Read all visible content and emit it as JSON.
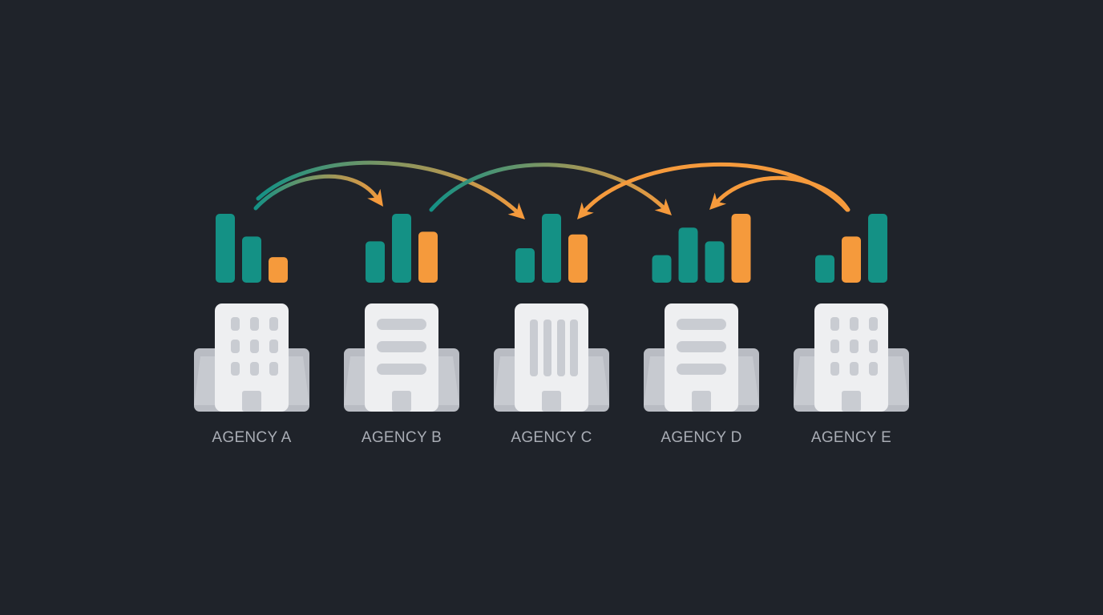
{
  "agencies": [
    {
      "label": "AGENCY A",
      "building_icon": "office-building-grid-windows-icon",
      "bars": [
        {
          "level": 1.0,
          "color": "teal"
        },
        {
          "level": 0.67,
          "color": "teal"
        },
        {
          "level": 0.37,
          "color": "orange"
        }
      ]
    },
    {
      "label": "AGENCY B",
      "building_icon": "office-building-horizontal-bands-icon",
      "bars": [
        {
          "level": 0.6,
          "color": "teal"
        },
        {
          "level": 1.0,
          "color": "teal"
        },
        {
          "level": 0.74,
          "color": "orange"
        }
      ]
    },
    {
      "label": "AGENCY C",
      "building_icon": "office-building-vertical-columns-icon",
      "bars": [
        {
          "level": 0.5,
          "color": "teal"
        },
        {
          "level": 1.0,
          "color": "teal"
        },
        {
          "level": 0.7,
          "color": "orange"
        }
      ]
    },
    {
      "label": "AGENCY D",
      "building_icon": "office-building-horizontal-bands-icon",
      "bars": [
        {
          "level": 0.4,
          "color": "teal"
        },
        {
          "level": 0.8,
          "color": "teal"
        },
        {
          "level": 0.6,
          "color": "teal"
        },
        {
          "level": 1.0,
          "color": "orange"
        }
      ]
    },
    {
      "label": "AGENCY E",
      "building_icon": "office-building-grid-windows-icon",
      "bars": [
        {
          "level": 0.4,
          "color": "teal"
        },
        {
          "level": 0.67,
          "color": "orange"
        },
        {
          "level": 1.0,
          "color": "teal"
        }
      ]
    }
  ],
  "flows": [
    {
      "from": "AGENCY A",
      "to": "AGENCY B",
      "color_start": "teal",
      "color_end": "orange"
    },
    {
      "from": "AGENCY A",
      "to": "AGENCY C",
      "color_start": "teal",
      "color_end": "orange"
    },
    {
      "from": "AGENCY B",
      "to": "AGENCY D",
      "color_start": "teal",
      "color_end": "orange"
    },
    {
      "from": "AGENCY E",
      "to": "AGENCY C",
      "color_start": "orange",
      "color_end": "orange"
    },
    {
      "from": "AGENCY E",
      "to": "AGENCY D",
      "color_start": "orange",
      "color_end": "orange"
    }
  ],
  "colors": {
    "background": "#1f232a",
    "teal": "#149185",
    "orange": "#f59a3c",
    "building_front": "#eeeff1",
    "building_wing": "#b9bcc3",
    "building_detail": "#c9ccd2",
    "label": "#a9adb5"
  }
}
